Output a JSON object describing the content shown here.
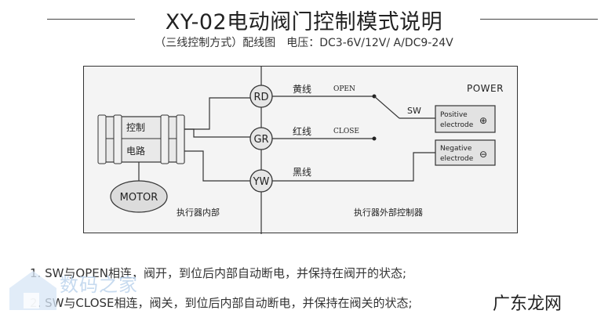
{
  "title": "XY-02电动阀门控制模式说明",
  "subtitle": "（三线控制方式）配线图　电压：DC3-6V/12V/ A/DC9-24V",
  "diagram": {
    "actuator_ctrl_top": "控制",
    "actuator_ctrl_bottom": "电路",
    "motor": "MOTOR",
    "actuator_caption": "执行器内部",
    "controller_caption": "执行器外部控制器",
    "terminals": [
      "RD",
      "GR",
      "YW"
    ],
    "wire_yellow": "黄线",
    "wire_red": "红线",
    "wire_black": "黑线",
    "open": "OPEN",
    "close": "CLOSE",
    "sw": "SW",
    "power": "POWER",
    "positive_line1": "Positive",
    "positive_line2": "electrode",
    "negative_line1": "Negative",
    "negative_line2": "electrode",
    "plus_symbol": "⊕",
    "minus_symbol": "⊖"
  },
  "notes": [
    "1. SW与OPEN相连，阀开，到位后内部自动断电，并保持在阀开的状态;",
    "2. SW与CLOSE相连，阀关，到位后内部自动断电，并保持在阀关的状态;"
  ],
  "watermarks": {
    "left_text": "数码之家",
    "right_text": "广东龙网"
  }
}
